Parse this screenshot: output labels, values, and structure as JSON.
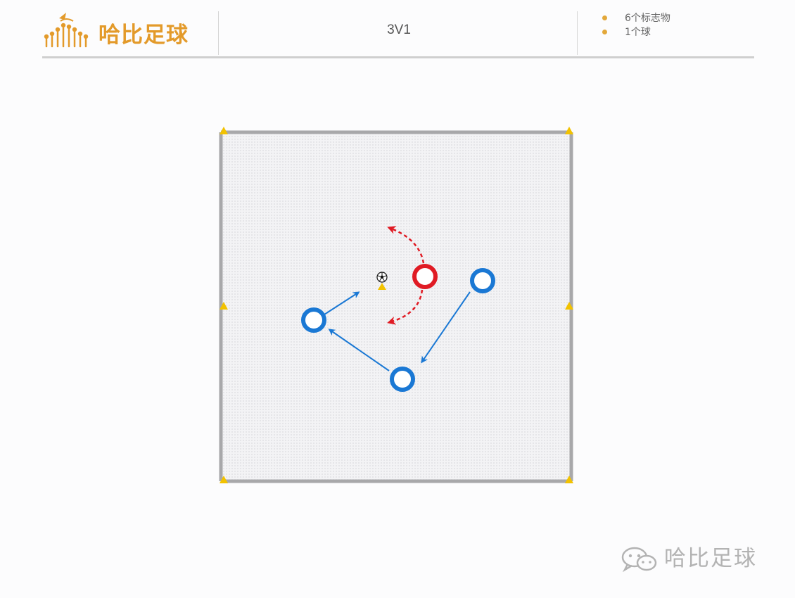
{
  "header": {
    "brand": "哈比足球",
    "title": "3V1",
    "equipment": [
      "6个标志物",
      "1个球"
    ]
  },
  "watermark": {
    "text": "哈比足球"
  },
  "diagram": {
    "team_color": "#1a78d4",
    "defender_color": "#e01b24",
    "cone_color": "#f2c200",
    "boundary_color": "#a8a8aa",
    "brand_color": "#e39a2a",
    "players": [
      {
        "id": "attacker-left",
        "team": "blue"
      },
      {
        "id": "attacker-bottom",
        "team": "blue"
      },
      {
        "id": "attacker-right",
        "team": "blue"
      },
      {
        "id": "defender",
        "team": "red"
      }
    ],
    "cones": 6,
    "balls": 1
  }
}
